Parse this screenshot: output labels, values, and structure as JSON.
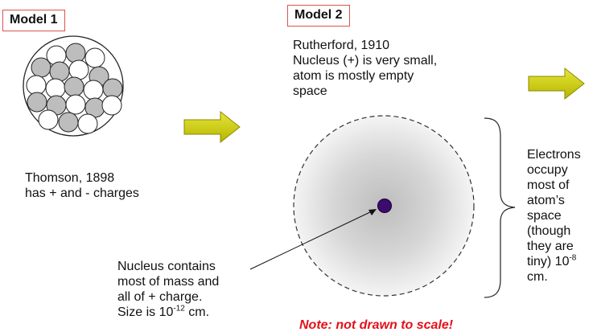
{
  "model1": {
    "label": "Model 1",
    "caption_line1": "Thomson, 1898",
    "caption_line2": "has + and - charges"
  },
  "model2": {
    "label": "Model 2",
    "desc_line1": "Rutherford, 1910",
    "desc_line2": "Nucleus (+) is very small,",
    "desc_line3": "atom is mostly empty",
    "desc_line4": "space"
  },
  "nucleus_note": {
    "line1": "Nucleus contains",
    "line2": "most of mass and",
    "line3": "all of + charge.",
    "line4_prefix": "Size is 10",
    "line4_exp": "-12",
    "line4_suffix": " cm."
  },
  "electrons_note": {
    "line1": "Electrons",
    "line2": "occupy",
    "line3": "most of",
    "line4": "atom’s",
    "line5": "space",
    "line6": "(though",
    "line7": "they are",
    "line8_prefix": "tiny) 10",
    "line8_exp": "-8",
    "line9": "cm."
  },
  "scale_note": "Note: not drawn to scale!",
  "colors": {
    "label_border": "#d9534f",
    "arrow_fill": "#d4d40a",
    "nucleus": "#3d0a6e",
    "note": "#e3101a"
  }
}
